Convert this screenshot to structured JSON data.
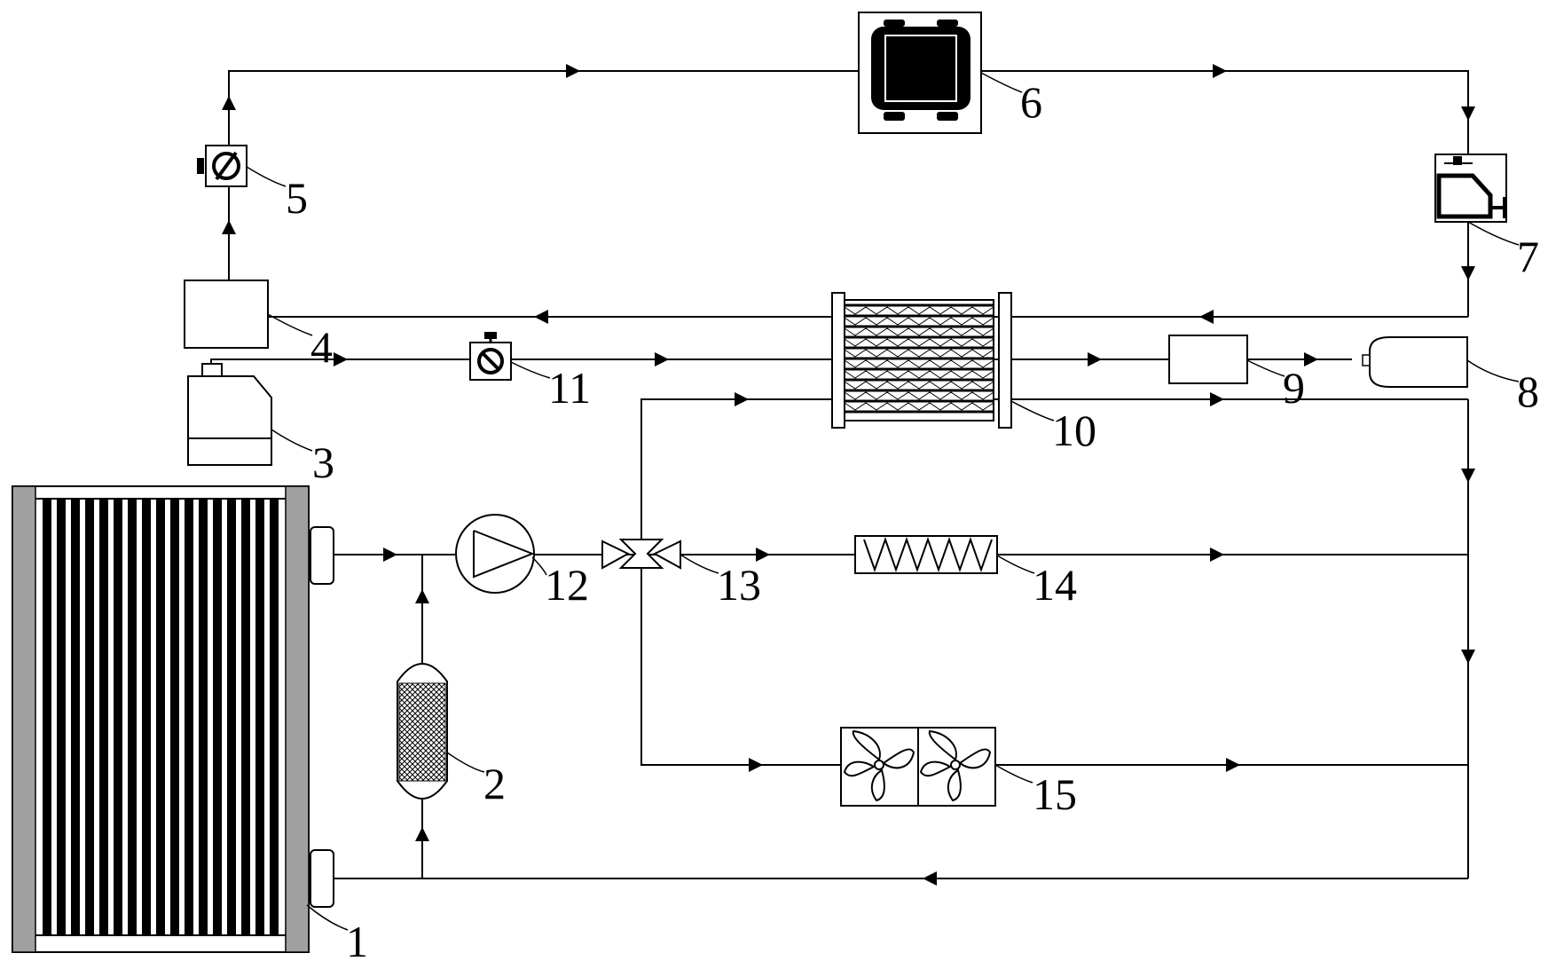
{
  "labels": {
    "l1": "1",
    "l2": "2",
    "l3": "3",
    "l4": "4",
    "l5": "5",
    "l6": "6",
    "l7": "7",
    "l8": "8",
    "l9": "9",
    "l10": "10",
    "l11": "11",
    "l12": "12",
    "l13": "13",
    "l14": "14",
    "l15": "15"
  },
  "colors": {
    "line": "#000000",
    "fill_gray": "#a0a0a0",
    "background": "#ffffff"
  }
}
